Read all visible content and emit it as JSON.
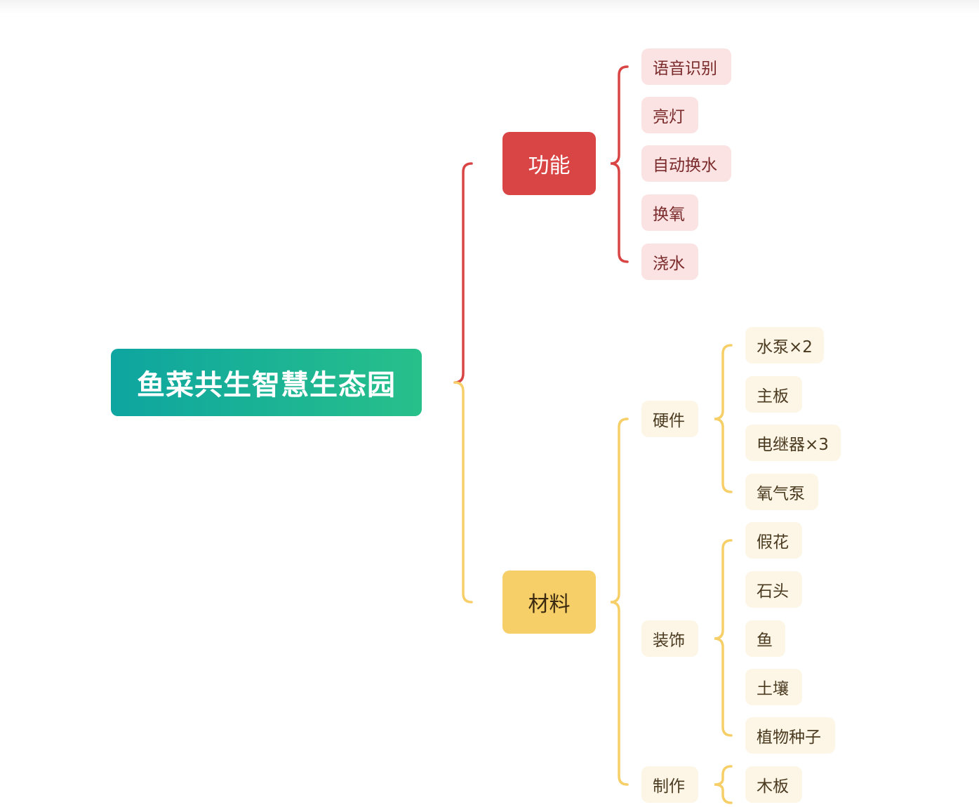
{
  "colors": {
    "root_gradient_start": "#0ea5a0",
    "root_gradient_end": "#27c08a",
    "function_branch": "#d94545",
    "material_branch": "#f7cf68",
    "function_leaf_bg": "#fbe3e3",
    "material_leaf_bg": "#fdf6e6"
  },
  "mindmap": {
    "root": "鱼菜共生智慧生态园",
    "function": {
      "label": "功能",
      "items": [
        "语音识别",
        "亮灯",
        "自动换水",
        "换氧",
        "浇水"
      ]
    },
    "material": {
      "label": "材料",
      "hardware": {
        "label": "硬件",
        "items": [
          "水泵×2",
          "主板",
          "电继器×3",
          "氧气泵"
        ]
      },
      "decoration": {
        "label": "装饰",
        "items": [
          "假花",
          "石头",
          "鱼",
          "土壤",
          "植物种子"
        ]
      },
      "making": {
        "label": "制作",
        "items": [
          "木板"
        ]
      }
    }
  }
}
